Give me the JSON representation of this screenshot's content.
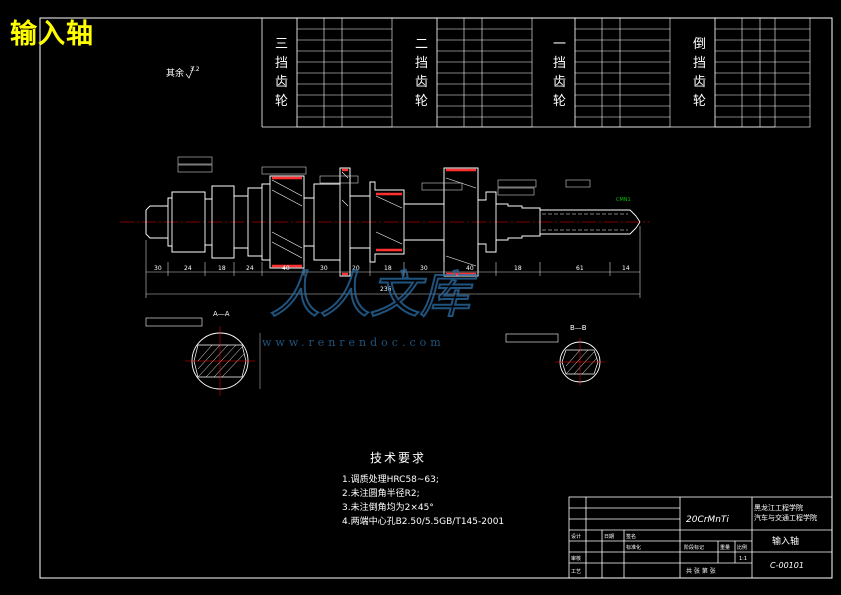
{
  "overlay_title": "输入轴",
  "roughness_note": "其余",
  "roughness_value": "3.2",
  "gear_tables": [
    {
      "label": [
        "三",
        "挡",
        "齿",
        "轮"
      ]
    },
    {
      "label": [
        "二",
        "挡",
        "齿",
        "轮"
      ]
    },
    {
      "label": [
        "一",
        "挡",
        "齿",
        "轮"
      ]
    },
    {
      "label": [
        "倒",
        "挡",
        "齿",
        "轮"
      ]
    }
  ],
  "overall_length": "236",
  "section_a_label": "A—A",
  "section_b_label": "B—B",
  "tech_requirements": {
    "heading": "技术要求",
    "items": [
      "1.调质处理HRC58~63;",
      "2.未注圆角半径R2;",
      "3.未注倒角均为2×45°",
      "4.两端中心孔B2.50/5.5GB/T145-2001"
    ]
  },
  "title_block": {
    "material": "20CrMnTi",
    "school_line1": "黑龙江工程学院",
    "school_line2": "汽车与交通工程学院",
    "part_name": "输入轴",
    "drawing_no": "C-00101",
    "scale": "1:1",
    "labels": {
      "designer": "设计",
      "standardize": "标准化",
      "review": "审核",
      "process": "工艺",
      "stage_mark": "阶段标记",
      "weight": "重量",
      "scale_label": "比例",
      "sheets": "共 张 第 张",
      "date": "日期",
      "sign": "签名"
    }
  },
  "watermark": {
    "text": "人人文库",
    "url": "www.renrendoc.com"
  },
  "colors": {
    "background": "#000000",
    "lines": "#ffffff",
    "centerline": "#ff0000",
    "gear_mark": "#ff3030",
    "overlay_title": "#ffff00",
    "watermark": "#2a6fa8",
    "dims": "#d0d0d0",
    "green_mark": "#00c000"
  }
}
